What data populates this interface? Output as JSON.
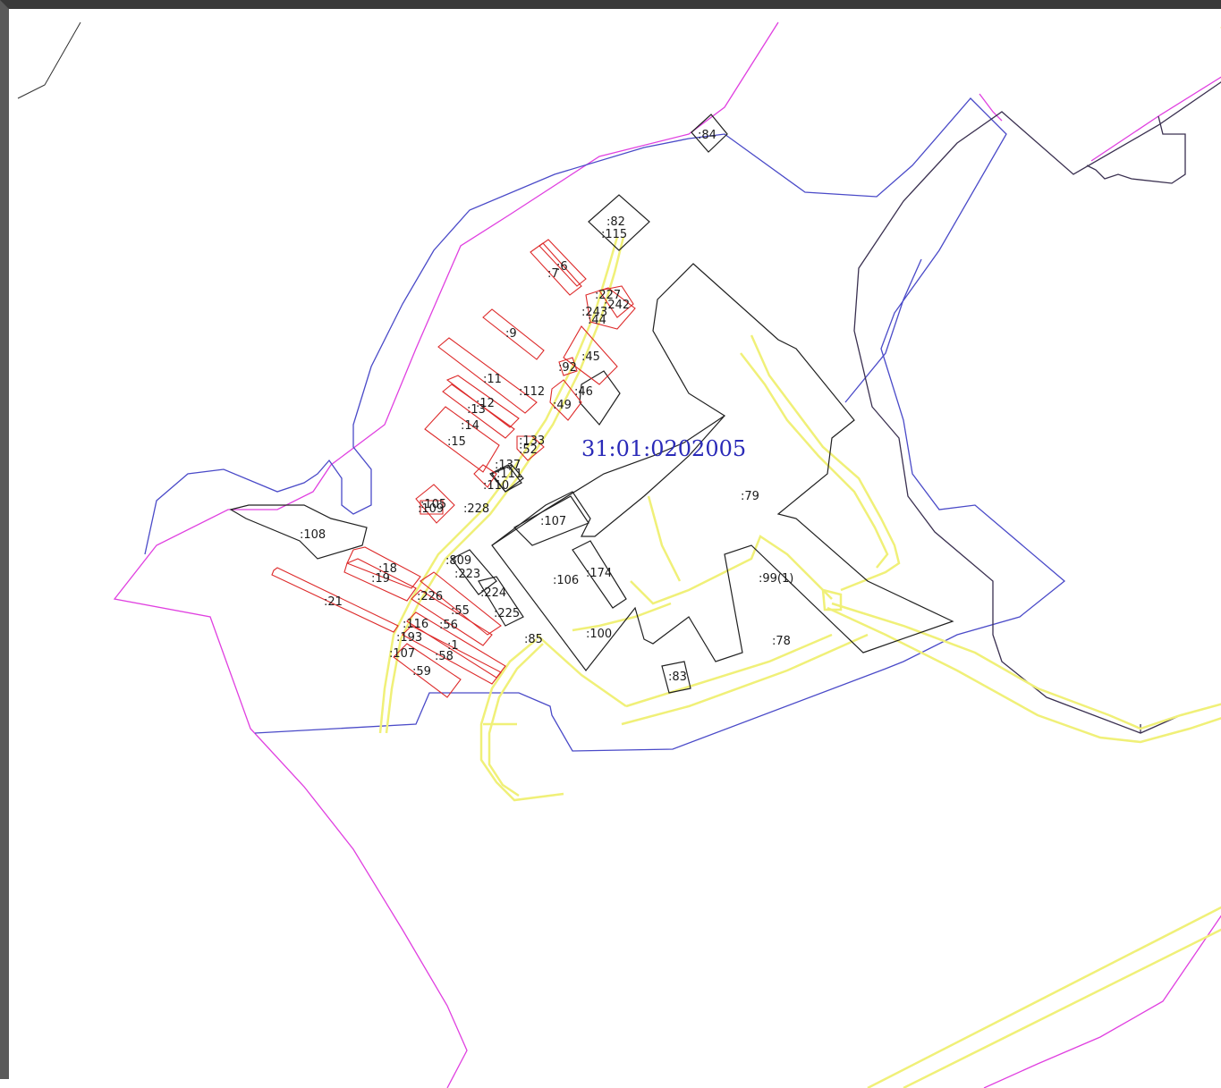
{
  "map": {
    "quarter_number": "31:01:0202005",
    "colors": {
      "zone_boundary": "#e040e0",
      "quarter_boundary": "#4a4ac8",
      "parcel": "#202020",
      "building": "#dd2a2a",
      "utility": "#f2f27a"
    },
    "parcel_labels": [
      ":84",
      ":82",
      ":115",
      ":6",
      ":7",
      ":227",
      ":242",
      ":243",
      ":44",
      ":9",
      ":45",
      ":92",
      ":11",
      ":112",
      ":46",
      ":49",
      ":12",
      ":13",
      ":14",
      ":15",
      ":133",
      ":52",
      ":137",
      ":111",
      ":110",
      ":105",
      ":109",
      ":228",
      ":107",
      ":79",
      ":108",
      ":18",
      ":19",
      ":21",
      ":809",
      ":223",
      ":106",
      ":174",
      ":226",
      ":224",
      ":55",
      ":225",
      ":116",
      ":56",
      ":193",
      ":1",
      ":107",
      ":58",
      ":59",
      ":85",
      ":100",
      ":78",
      ":83",
      ":99(1)"
    ]
  }
}
